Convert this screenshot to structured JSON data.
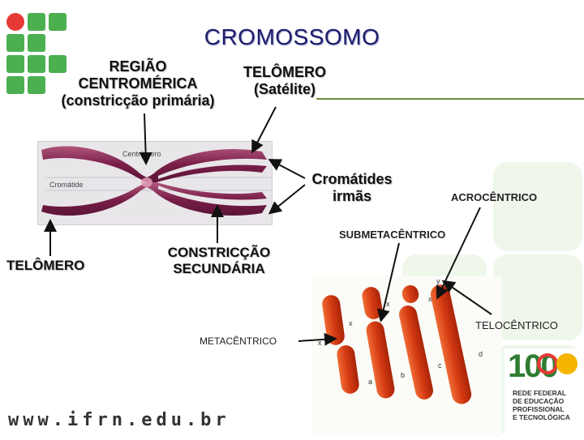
{
  "title": "CROMOSSOMO",
  "labels": {
    "regiao_centromerica": [
      "REGIÃO",
      "CENTROMÉRICA",
      "(constricção primária)"
    ],
    "telomero_satelite": [
      "TELÔMERO",
      "(Satélite)"
    ],
    "cromatides_irmas": [
      "Cromátides",
      "irmãs"
    ],
    "acrocentrico": "ACROCÊNTRICO",
    "submetacentrico": "SUBMETACÊNTRICO",
    "telomero": "TELÔMERO",
    "constriccao_secundaria": [
      "CONSTRICÇÃO",
      "SECUNDÁRIA"
    ],
    "metacentrico": "METACÊNTRICO",
    "telocentrico": "TELOCÊNTRICO"
  },
  "photo_labels": {
    "centromere": "Centrômero",
    "cromatide": "Cromátide"
  },
  "chromosome_letters": [
    "x",
    "x",
    "x",
    "x",
    "y",
    "a",
    "b",
    "c",
    "d"
  ],
  "logo100": {
    "digits": "100",
    "lines": [
      "REDE FEDERAL",
      "DE EDUCAÇÃO",
      "PROFISSIONAL",
      "E TECNOLÓGICA"
    ]
  },
  "footer": {
    "url": "www.ifrn.edu.br"
  },
  "colors": {
    "title": "#1d1d6b",
    "chromosome": "#8a2a55",
    "chromosome_orange": "#d9481a",
    "logo_green": "#4caf50",
    "logo_red": "#e53935",
    "panel_green": "#eef7ea"
  }
}
